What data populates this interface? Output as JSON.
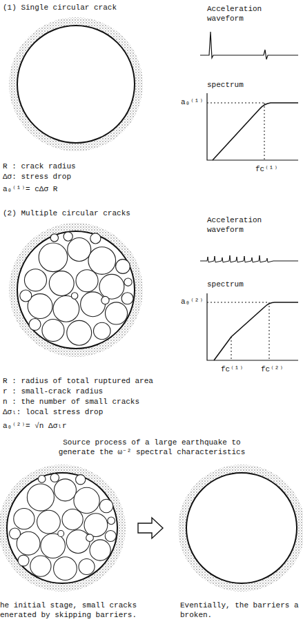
{
  "diagram": {
    "labels": [
      "(1) Single circular crack",
      "Acceleration waveform",
      "spectrum",
      "a₀⁽¹⁾",
      "fc⁽¹⁾",
      "R : crack radius",
      "Δσ: stress drop",
      "a₀⁽¹⁾= cΔσ R",
      "(2) Multiple circular cracks",
      "Acceleration waveform",
      "spectrum",
      "a₀⁽²⁾",
      "fc⁽¹⁾",
      "fc⁽²⁾",
      "R : radius of total ruptured area",
      "r : small-crack radius",
      "n : the number of small cracks",
      "Δσₗ: local stress drop",
      "a₀⁽²⁾= √n Δσₗr",
      "Source process of a large earthquake to generate the ω⁻² spectral characteristics",
      "he initial stage, small cracks enerated by skipping barriers.",
      "Eventially, the barriers a broken."
    ]
  }
}
